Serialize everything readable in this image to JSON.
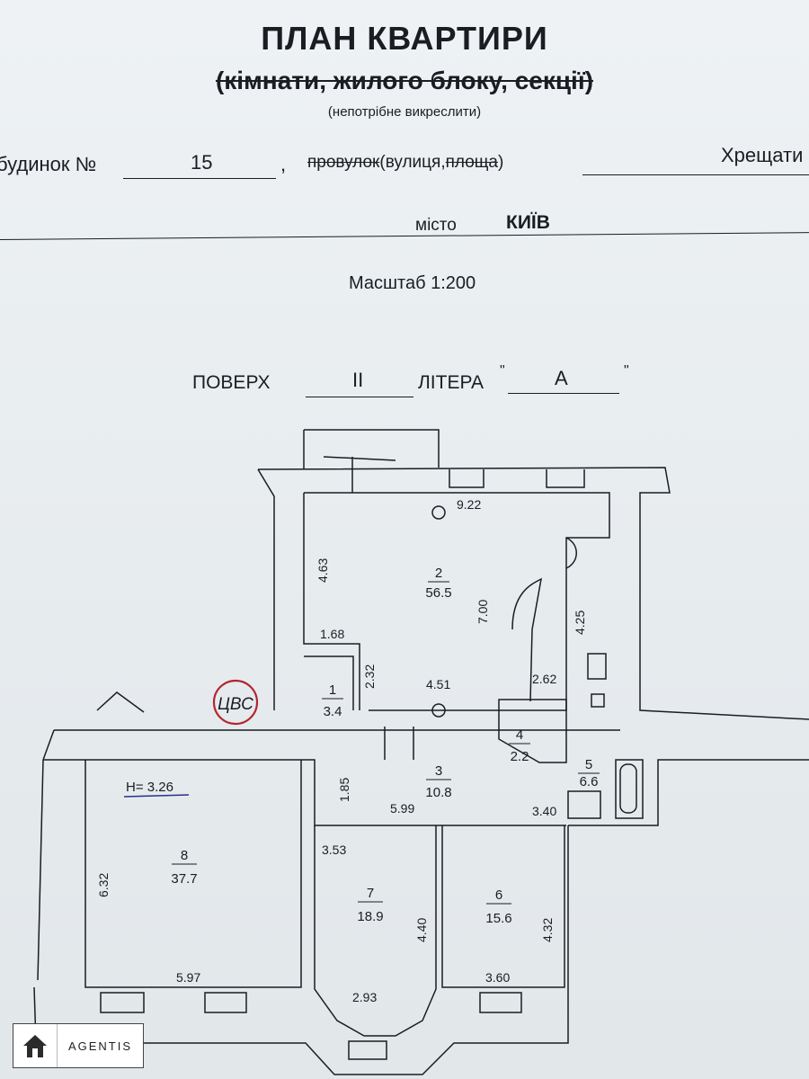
{
  "header": {
    "title": "ПЛАН КВАРТИРИ",
    "subtitle": "(кімнати, жилого блоку, секції)",
    "hint": "(непотрібне викреслити)"
  },
  "address": {
    "house_label": "будинок №",
    "house_number": "15",
    "comma": ",",
    "street_type_strike": "провулок",
    "street_type_kept": "(вулиця,",
    "street_type_strike2": "площа",
    "street_type_end": ")",
    "street_name": "Хрещати",
    "city_label": "місто",
    "city_name": "КИЇВ"
  },
  "scale": "Масштаб 1:200",
  "floor": {
    "floor_label": "ПОВЕРХ",
    "floor_value": "II",
    "letter_label": "ЛІТЕРА",
    "quote_open": "\"",
    "letter_value": "А",
    "quote_close": "\""
  },
  "plan": {
    "ceiling_height": "H= 3.26",
    "stamp": "ЦВС",
    "rooms": [
      {
        "number": "2",
        "area": "56.5"
      },
      {
        "number": "1",
        "area": "3.4"
      },
      {
        "number": "3",
        "area": "10.8"
      },
      {
        "number": "4",
        "area": "2.2"
      },
      {
        "number": "5",
        "area": "6.6"
      },
      {
        "number": "6",
        "area": "15.6"
      },
      {
        "number": "7",
        "area": "18.9"
      },
      {
        "number": "8",
        "area": "37.7"
      }
    ],
    "dimensions": {
      "d_922": "9.22",
      "d_463": "4.63",
      "d_700": "7.00",
      "d_425": "4.25",
      "d_168": "1.68",
      "d_232": "2.32",
      "d_451": "4.51",
      "d_262": "2.62",
      "d_185": "1.85",
      "d_599": "5.99",
      "d_340": "3.40",
      "d_353": "3.53",
      "d_440": "4.40",
      "d_432": "4.32",
      "d_632": "6.32",
      "d_597": "5.97",
      "d_293": "2.93",
      "d_360": "3.60"
    }
  },
  "watermark": {
    "brand": "AGENTIS",
    "icon": "house-icon"
  },
  "colors": {
    "ink": "#1a1d22",
    "stamp": "#b3262e",
    "height_mark": "#2a2f8f"
  }
}
